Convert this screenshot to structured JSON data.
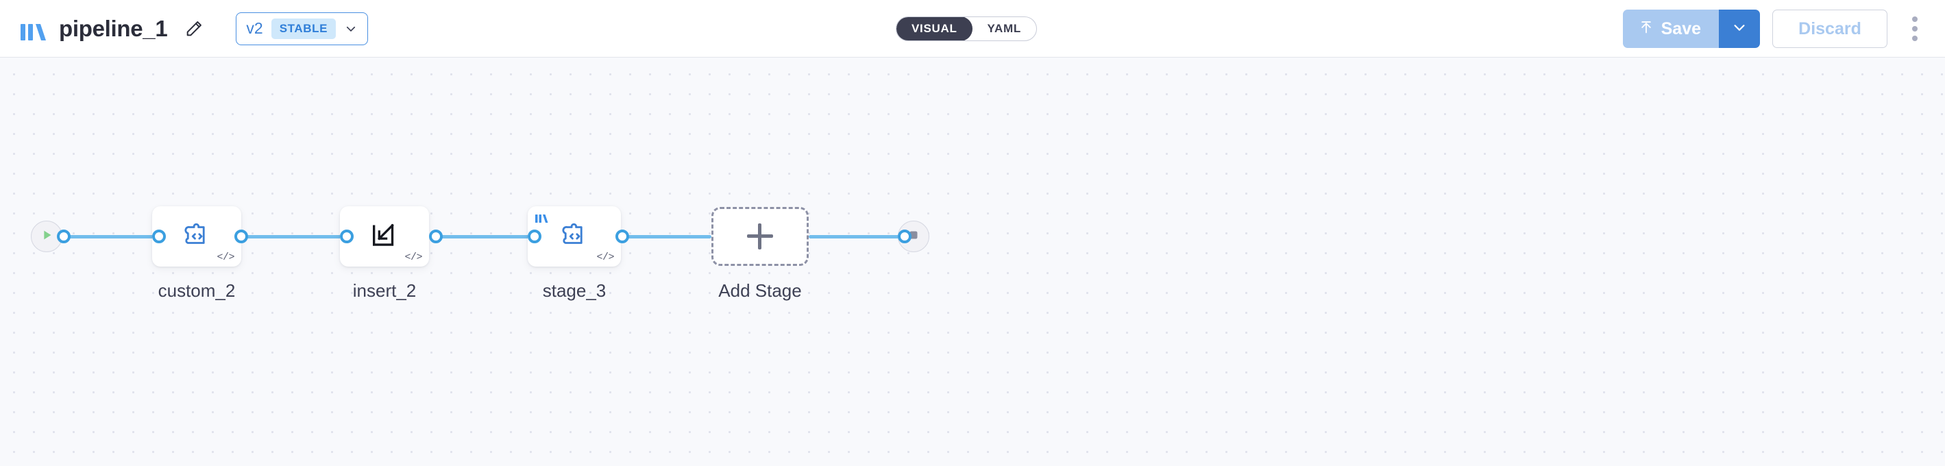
{
  "header": {
    "logo_icon": "pipeline-bars-logo-icon",
    "title": "pipeline_1",
    "edit_icon": "pencil-icon",
    "version": {
      "label": "v2",
      "badge": "STABLE",
      "chevron_icon": "chevron-down-icon"
    },
    "view_toggle": {
      "options": [
        {
          "label": "VISUAL",
          "selected": true
        },
        {
          "label": "YAML",
          "selected": false
        }
      ]
    },
    "actions": {
      "save_label": "Save",
      "save_icon": "upload-arrow-icon",
      "save_caret_icon": "chevron-down-icon",
      "discard_label": "Discard",
      "kebab_icon": "more-vertical-icon"
    }
  },
  "canvas": {
    "start_node": {
      "icon": "play-icon",
      "name": "start"
    },
    "end_node": {
      "icon": "stop-square-icon",
      "name": "end"
    },
    "stages": [
      {
        "label": "custom_2",
        "icon": "puzzle-code-icon",
        "code_tag": "</>",
        "badge": null
      },
      {
        "label": "insert_2",
        "icon": "insert-arrow-box-icon",
        "code_tag": "</>",
        "badge": null
      },
      {
        "label": "stage_3",
        "icon": "puzzle-code-icon",
        "code_tag": "</>",
        "badge": "pipeline-bars-logo-icon"
      }
    ],
    "add_stage": {
      "label": "Add Stage",
      "icon": "plus-icon"
    }
  },
  "colors": {
    "accent_blue": "#3b7fd4",
    "edge_blue": "#72bdec",
    "badge_bg": "#cfe8fb",
    "toggle_active_bg": "#3d3f51",
    "save_disabled_bg": "#a9c9f0",
    "canvas_bg": "#f8f9fc",
    "play_green": "#84d18d",
    "stop_gray": "#8a8e9f"
  }
}
